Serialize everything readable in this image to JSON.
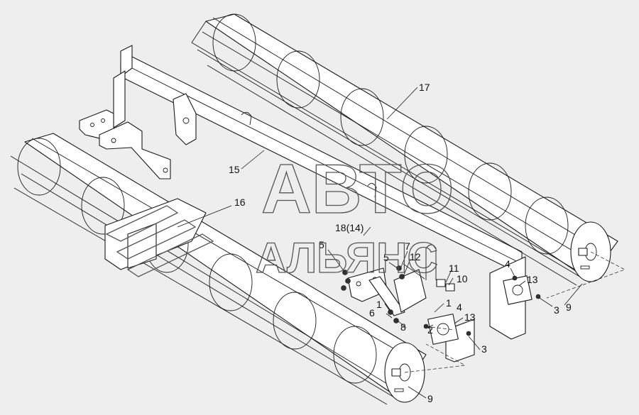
{
  "diagram": {
    "callouts": {
      "c1a": "1",
      "c1b": "1",
      "c2": "2",
      "c3a": "3",
      "c3b": "3",
      "c4a": "4",
      "c4b": "4",
      "c5a": "5",
      "c5b": "5",
      "c6": "6",
      "c7": "7",
      "c8": "8",
      "c9a": "9",
      "c9b": "9",
      "c10": "10",
      "c11": "11",
      "c12": "12",
      "c13a": "13",
      "c13b": "13",
      "c15": "15",
      "c16": "16",
      "c17": "17",
      "c18": "18(14)"
    },
    "watermark": {
      "line1": "АВТО",
      "line2": "АЛЬЯНС"
    },
    "colors": {
      "background": "#eeeeee",
      "line": "#1a1a1a",
      "watermark": "#555555"
    }
  }
}
